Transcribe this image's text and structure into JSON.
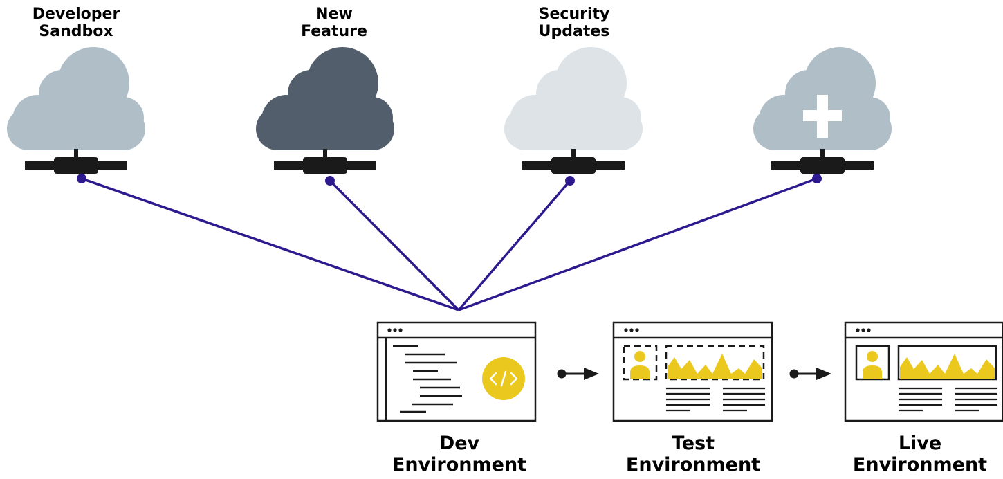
{
  "clouds": [
    {
      "label_line1": "Developer",
      "label_line2": "Sandbox",
      "color": "#b0bec8",
      "icon": "cloud-icon"
    },
    {
      "label_line1": "New",
      "label_line2": "Feature",
      "color": "#525e6b",
      "icon": "cloud-icon"
    },
    {
      "label_line1": "Security",
      "label_line2": "Updates",
      "color": "#dde3e6",
      "icon": "cloud-icon"
    },
    {
      "label_line1": "",
      "label_line2": "",
      "color": "#b0bec8",
      "icon": "cloud-plus-icon"
    }
  ],
  "environments": [
    {
      "label_line1": "Dev",
      "label_line2": "Environment",
      "icon": "code-icon"
    },
    {
      "label_line1": "Test",
      "label_line2": "Environment",
      "icon": "dashboard-draft-icon"
    },
    {
      "label_line1": "Live",
      "label_line2": "Environment",
      "icon": "dashboard-live-icon"
    }
  ],
  "colors": {
    "connector": "#2e1a8e",
    "accent": "#ebc81e",
    "outline": "#1a1a1a"
  }
}
